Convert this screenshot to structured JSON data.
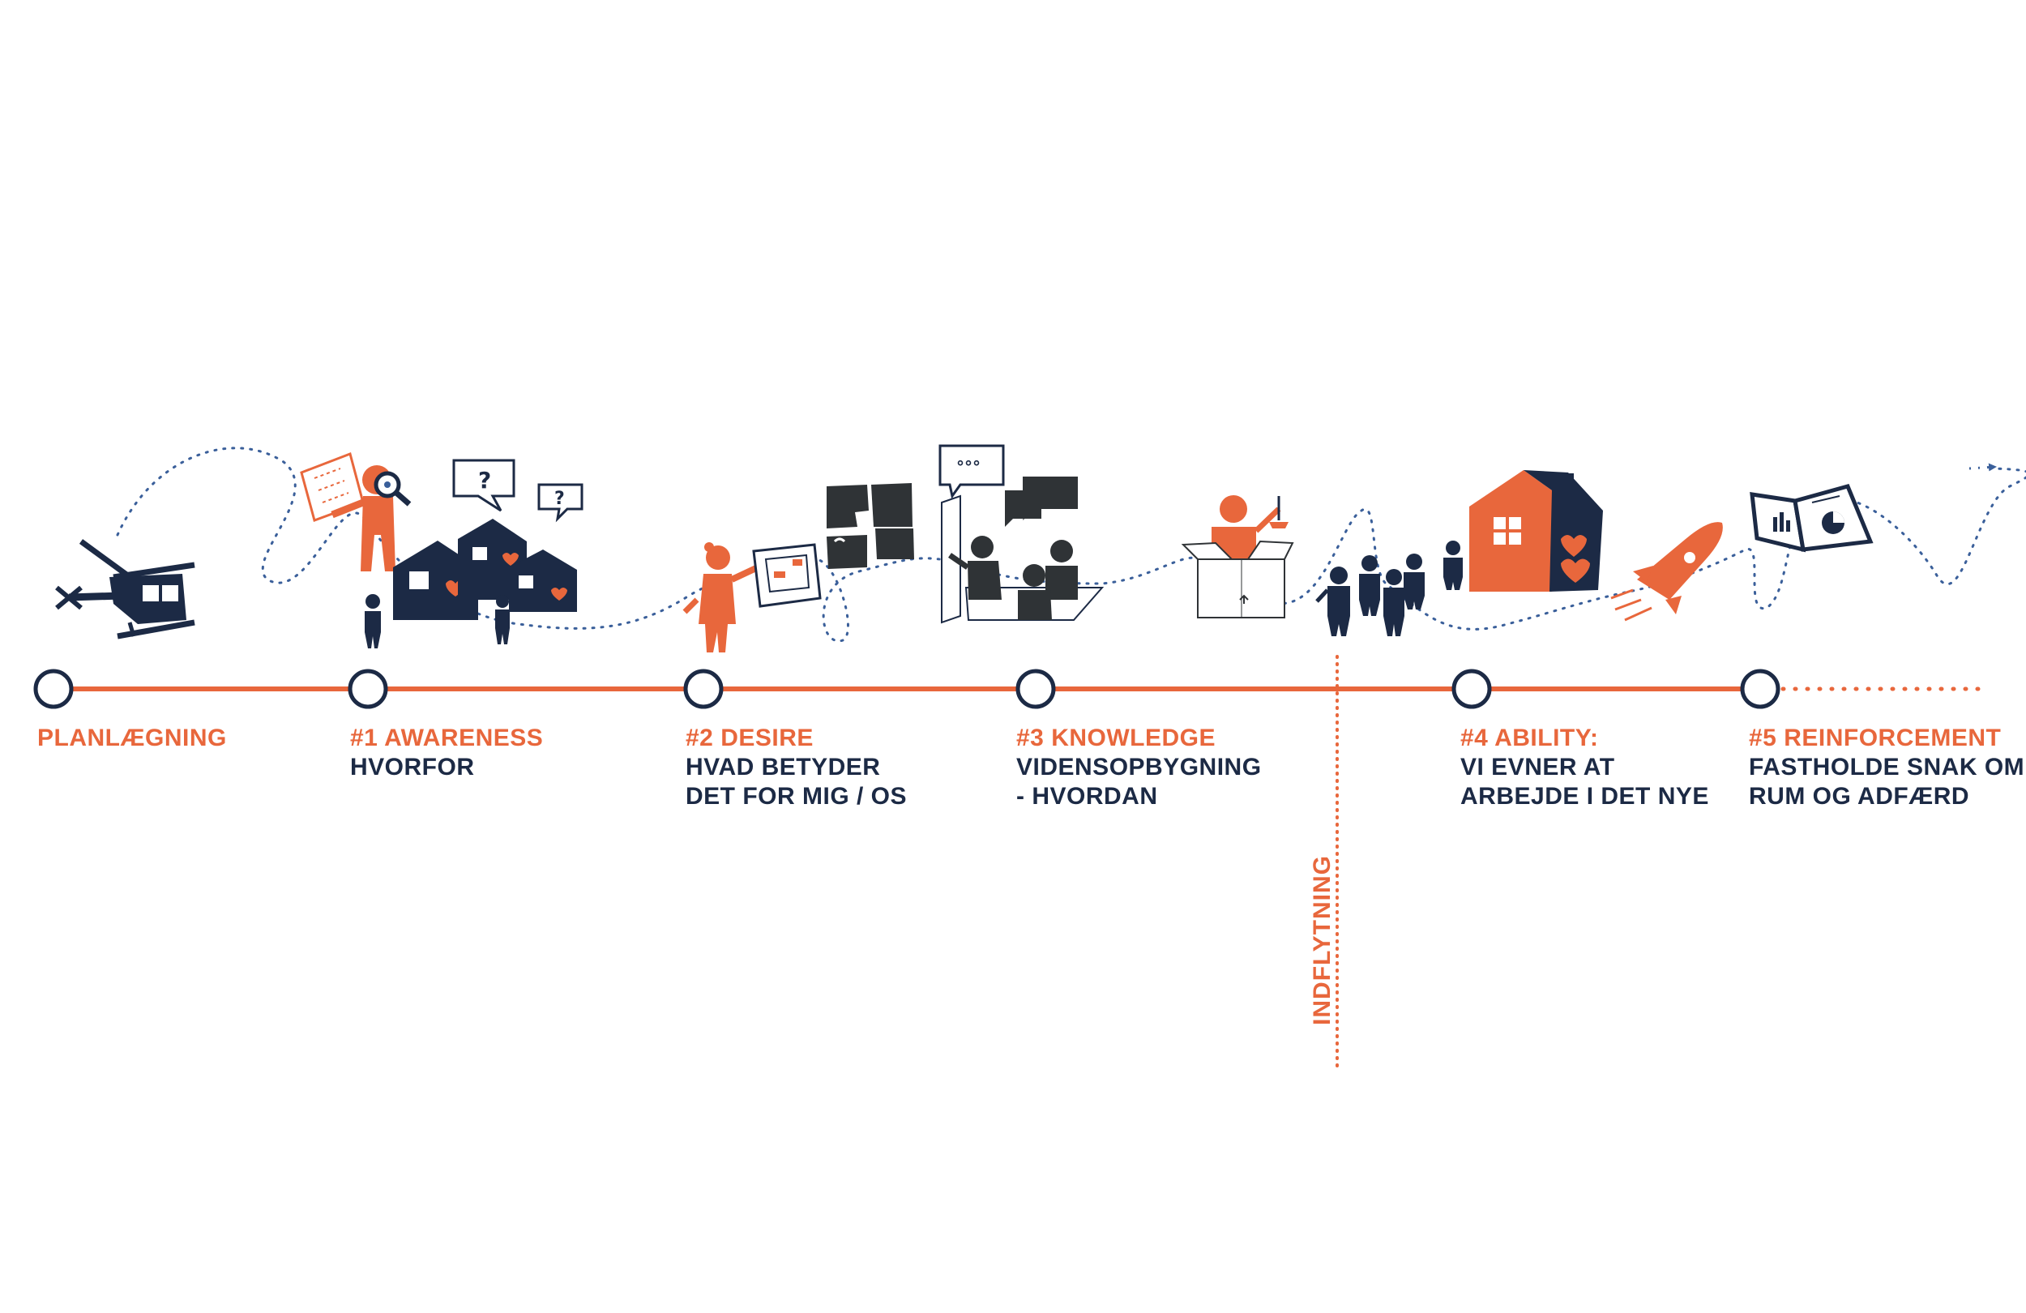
{
  "colors": {
    "accent": "#e8673c",
    "navy": "#1c2a45",
    "dark": "#2f3336",
    "arrow": "#3a5f9a"
  },
  "stages": [
    {
      "title": "PLANLÆGNING",
      "subtitle": "",
      "icon": "helicopter-icon"
    },
    {
      "title": "#1 AWARENESS",
      "subtitle": "HVORFOR",
      "icon": "houses-magnifier-icon"
    },
    {
      "title": "#2 DESIRE",
      "subtitle": "HVAD BETYDER\nDET FOR MIG / OS",
      "icon": "person-floorplan-puzzle-icon"
    },
    {
      "title": "#3 KNOWLEDGE",
      "subtitle": "VIDENSOPBYGNING\n- HVORDAN",
      "icon": "meeting-speech-bubbles-icon"
    },
    {
      "title": "#4 ABILITY:",
      "subtitle": "VI EVNER AT\nARBEJDE I DET NYE",
      "icon": "house-hearts-icon"
    },
    {
      "title": "#5 REINFORCEMENT",
      "subtitle": "FASTHOLDE SNAK OM\nRUM OG ADFÆRD",
      "icon": "report-document-icon"
    }
  ],
  "move_in": {
    "label": "INDFLYTNING",
    "icon": "moving-box-icon"
  }
}
